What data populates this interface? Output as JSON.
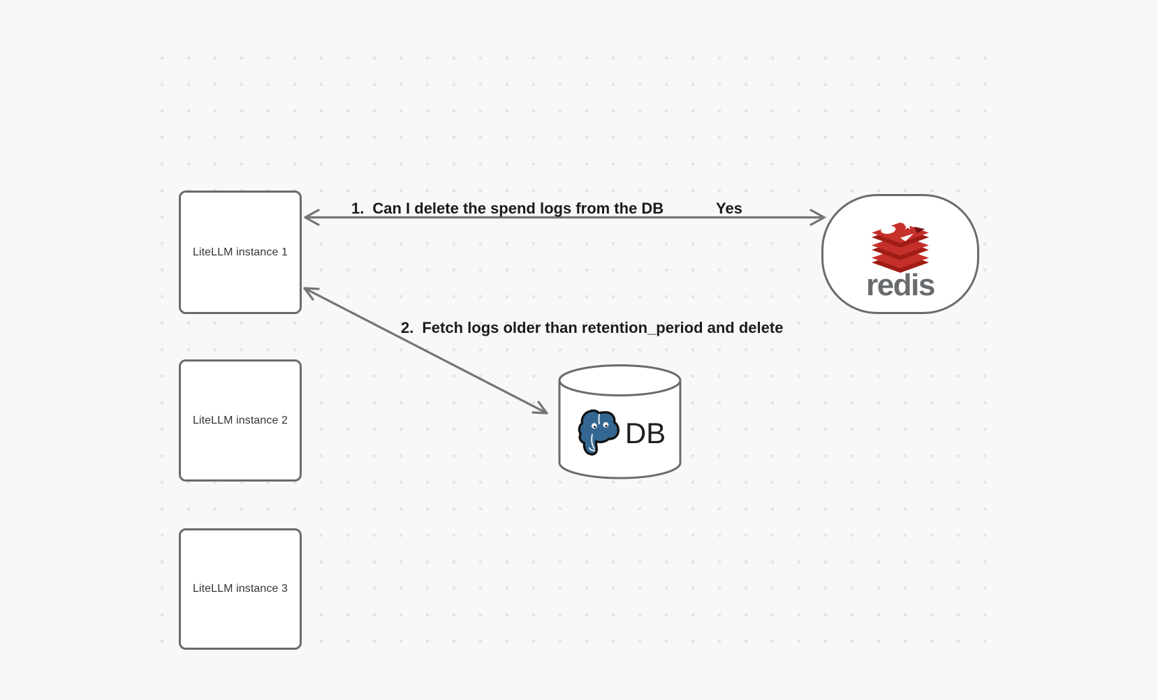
{
  "canvas": {
    "background_color": "#f8f8f8",
    "dot_color": "#e4e4e4",
    "stroke_color": "#6b6b6b",
    "arrow_color": "#757575",
    "label_color": "#1b1b1b"
  },
  "nodes": {
    "instance1": {
      "label": "LiteLLM instance 1"
    },
    "instance2": {
      "label": "LiteLLM instance 2"
    },
    "instance3": {
      "label": "LiteLLM instance 3"
    },
    "redis": {
      "wordmark": "redis"
    },
    "database": {
      "label": "DB"
    }
  },
  "arrows": {
    "arrow1": {
      "number": "1.",
      "text": "Can I delete the spend logs from the DB",
      "response": "Yes",
      "direction": "bidirectional",
      "from": "redis",
      "to": "instance1"
    },
    "arrow2": {
      "number": "2.",
      "text": "Fetch logs older than retention_period and delete",
      "direction": "bidirectional",
      "from": "instance1",
      "to": "database"
    }
  },
  "icons": {
    "redis_logo": {
      "name": "redis-logo-icon",
      "face_color": "#c6302b",
      "shadow_color": "#9f1d15",
      "notch_color": "#741113",
      "shapes": "ellipse, star, triangle"
    },
    "postgres_elephant": {
      "name": "postgresql-elephant-icon",
      "blue": "#336791"
    },
    "database_cylinder": {
      "name": "database-cylinder-icon"
    }
  }
}
